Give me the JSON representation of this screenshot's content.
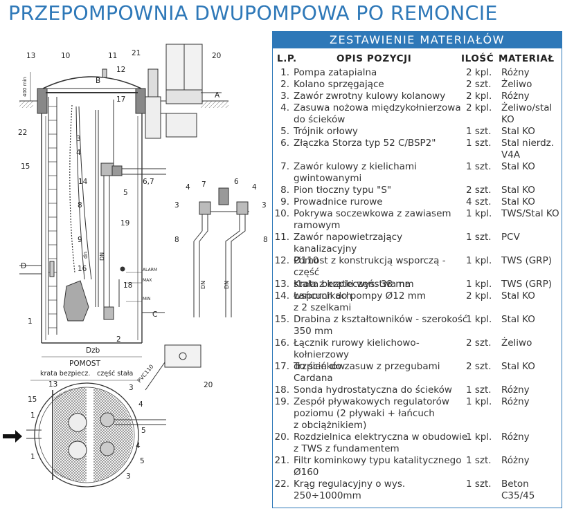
{
  "title": "PRZEPOMPOWNIA DWUPOMPOWA PO REMONCIE",
  "table": {
    "heading": "ZESTAWIENIE MATERIAŁÓW",
    "col_lp": "L.P.",
    "col_desc": "OPIS POZYCJI",
    "col_qty": "ILOŚĆ",
    "col_mat": "MATERIAŁ",
    "rows": [
      {
        "lp": "1.",
        "desc": [
          "Pompa zatapialna"
        ],
        "qty": "2 kpl.",
        "mat": [
          "Różny"
        ]
      },
      {
        "lp": "2.",
        "desc": [
          "Kolano sprzęgające"
        ],
        "qty": "2 szt.",
        "mat": [
          "Żeliwo"
        ]
      },
      {
        "lp": "3.",
        "desc": [
          "Zawór zwrotny kulowy kolanowy"
        ],
        "qty": "2 kpl.",
        "mat": [
          "Różny"
        ]
      },
      {
        "lp": "4.",
        "desc": [
          "Zasuwa nożowa międzykołnierzowa",
          "do ścieków"
        ],
        "qty": "2 kpl.",
        "mat": [
          "Żeliwo/stal",
          "KO"
        ]
      },
      {
        "lp": "5.",
        "desc": [
          "Trójnik orłowy"
        ],
        "qty": "1 szt.",
        "mat": [
          "Stal KO"
        ]
      },
      {
        "lp": "6.",
        "desc": [
          "Złączka Storza typ 52 C/BSP2\""
        ],
        "qty": "1 szt.",
        "mat": [
          "Stal nierdz.",
          "V4A"
        ]
      },
      {
        "lp": "7.",
        "desc": [
          "Zawór kulowy z kielichami",
          "gwintowanymi"
        ],
        "qty": "1 szt.",
        "mat": [
          "Stal KO"
        ]
      },
      {
        "lp": "8.",
        "desc": [
          "Pion tłoczny typu \"S\""
        ],
        "qty": "2 szt.",
        "mat": [
          "Stal KO"
        ]
      },
      {
        "lp": "9.",
        "desc": [
          "Prowadnice rurowe"
        ],
        "qty": "4 szt.",
        "mat": [
          "Stal KO"
        ]
      },
      {
        "lp": "10.",
        "desc": [
          "Pokrywa soczewkowa z zawiasem",
          "ramowym"
        ],
        "qty": "1 kpl.",
        "mat": [
          "TWS/Stal KO"
        ]
      },
      {
        "lp": "11.",
        "desc": [
          "Zawór napowietrzający kanalizacyjny",
          "Ø110"
        ],
        "qty": "1 szt.",
        "mat": [
          "PCV"
        ]
      },
      {
        "lp": "12.",
        "desc": [
          "Pomost z konstrukcją wsporczą - część",
          "stała z kratki wys. 38 mm"
        ],
        "qty": "1 kpl.",
        "mat": [
          "TWS (GRP)"
        ]
      },
      {
        "lp": "13.",
        "desc": [
          "Krata bezpieczeństwa na wspornikach"
        ],
        "qty": "1 kpl.",
        "mat": [
          "TWS (GRP)"
        ]
      },
      {
        "lp": "14.",
        "desc": [
          "Łańcuch do pompy Ø12 mm",
          "z 2 szelkami"
        ],
        "qty": "2 kpl.",
        "mat": [
          "Stal KO"
        ]
      },
      {
        "lp": "15.",
        "desc": [
          "Drabina z kształtowników - szerokość",
          "350 mm"
        ],
        "qty": "1 kpl.",
        "mat": [
          "Stal KO"
        ]
      },
      {
        "lp": "16.",
        "desc": [
          "Łącznik rurowy kielichowo-kołnierzowy",
          "do ścieków"
        ],
        "qty": "2 szt.",
        "mat": [
          "Żeliwo"
        ]
      },
      {
        "lp": "17.",
        "desc": [
          "Trzpień do zasuw z przegubami",
          "Cardana"
        ],
        "qty": "2 szt.",
        "mat": [
          "Stal KO"
        ]
      },
      {
        "lp": "18.",
        "desc": [
          "Sonda hydrostatyczna do ścieków"
        ],
        "qty": "1 szt.",
        "mat": [
          "Różny"
        ]
      },
      {
        "lp": "19.",
        "desc": [
          "Zespół pływakowych regulatorów",
          "poziomu (2 pływaki + łańcuch",
          "z obciążnikiem)"
        ],
        "qty": "1 kpl.",
        "mat": [
          "Różny"
        ]
      },
      {
        "lp": "20.",
        "desc": [
          "Rozdzielnica elektryczna w obudowie",
          "z TWS z fundamentem"
        ],
        "qty": "1 kpl.",
        "mat": [
          "Różny"
        ]
      },
      {
        "lp": "21.",
        "desc": [
          "Filtr kominkowy typu katalitycznego",
          "Ø160"
        ],
        "qty": "1 szt.",
        "mat": [
          "Różny"
        ]
      },
      {
        "lp": "22.",
        "desc": [
          "Krąg regulacyjny o wys. 250÷1000mm"
        ],
        "qty": "1 szt.",
        "mat": [
          "Beton",
          "C35/45"
        ]
      }
    ]
  },
  "drawing": {
    "labels": {
      "n1": "1",
      "n2": "2",
      "n3": "3",
      "n4": "4",
      "n5": "5",
      "n6": "6",
      "n7": "7",
      "n8": "8",
      "n9": "9",
      "n10": "10",
      "n11": "11",
      "n12": "12",
      "n13": "13",
      "n14": "14",
      "n15": "15",
      "n16": "16",
      "n17": "17",
      "n18": "18",
      "n19": "19",
      "n20": "20",
      "n21": "21",
      "n22": "22",
      "n67": "6,7",
      "A": "A",
      "B": "B",
      "C": "C",
      "D": "D",
      "dim400": "400 min",
      "dzb": "Dzb",
      "dn": "DN",
      "dn_small": "dn",
      "alarm": "ALARM",
      "max": "MAX",
      "min": "MIN",
      "pomost": "POMOST",
      "krata": "krata bezpiecz.",
      "czesc": "część stała",
      "pvc": "PVC110"
    }
  }
}
